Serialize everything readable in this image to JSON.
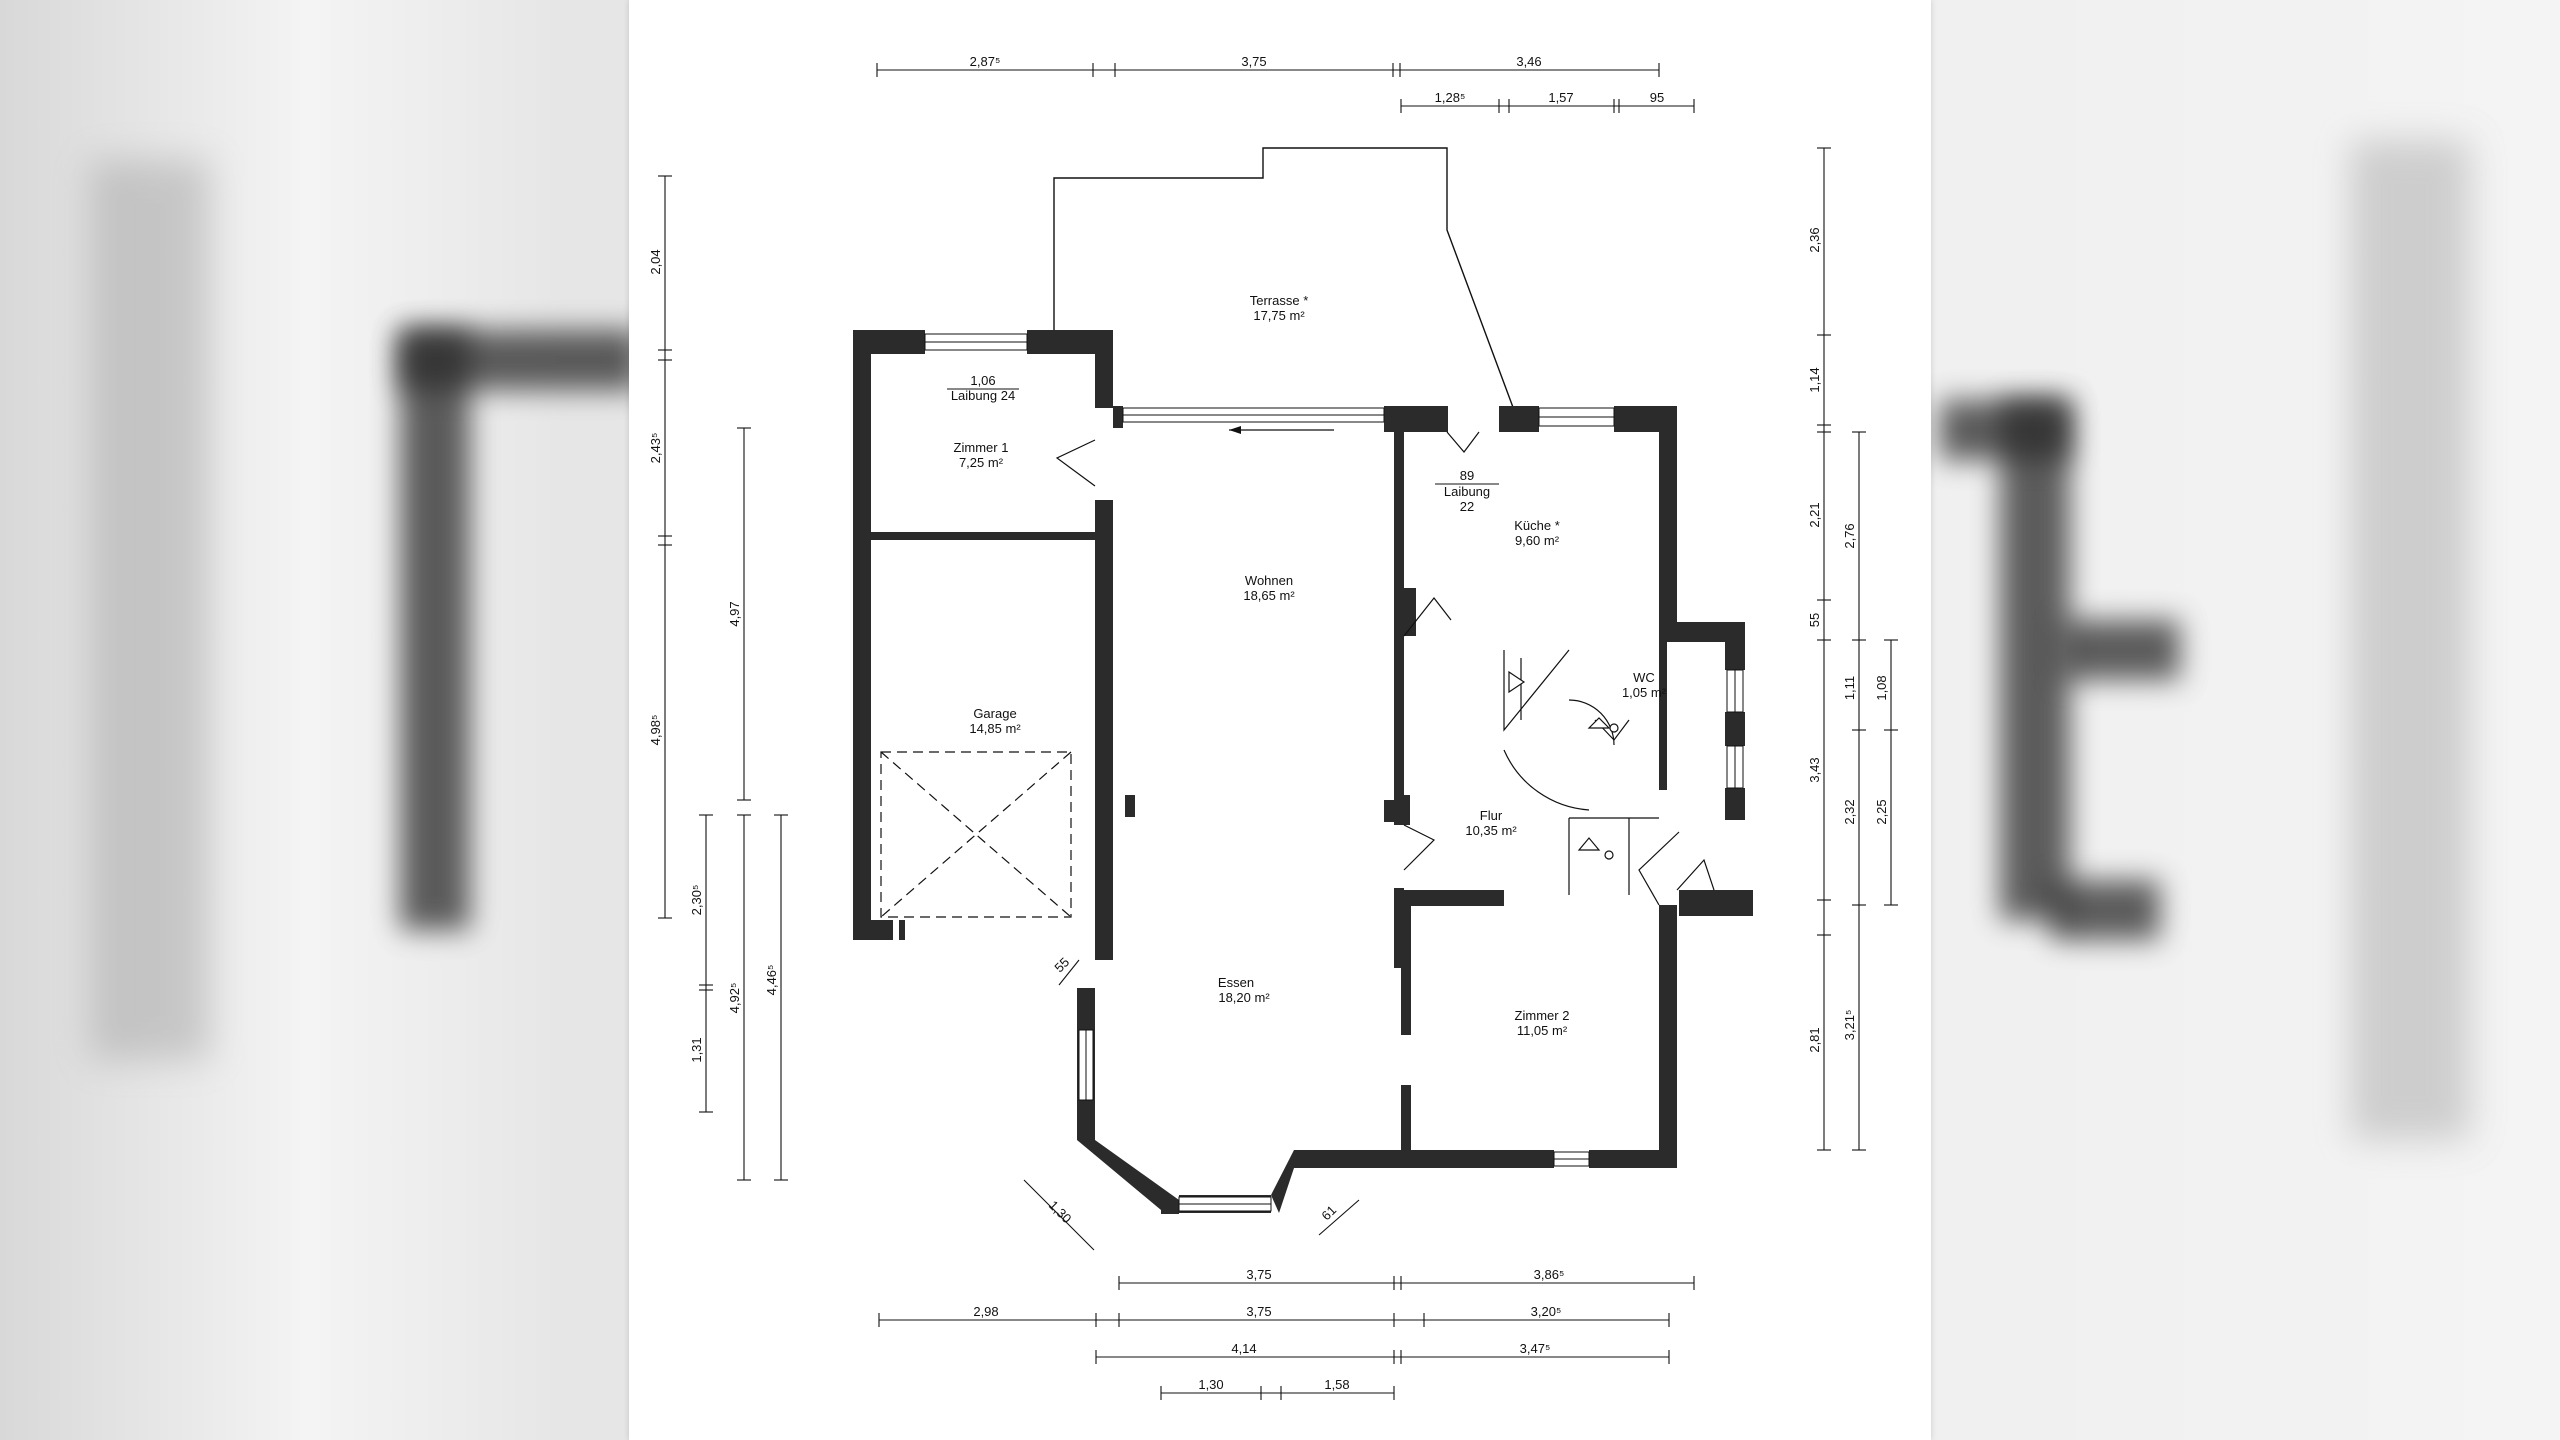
{
  "plan": {
    "rooms": [
      {
        "id": "terrasse",
        "name": "Terrasse *",
        "area": "17,75 m²"
      },
      {
        "id": "zimmer1",
        "name": "Zimmer 1",
        "area": "7,25 m²"
      },
      {
        "id": "wohnen",
        "name": "Wohnen",
        "area": "18,65 m²"
      },
      {
        "id": "kueche",
        "name": "Küche *",
        "area": "9,60 m²"
      },
      {
        "id": "wc",
        "name": "WC",
        "area": "1,05 m²"
      },
      {
        "id": "garage",
        "name": "Garage",
        "area": "14,85 m²"
      },
      {
        "id": "flur",
        "name": "Flur",
        "area": "10,35 m²"
      },
      {
        "id": "essen",
        "name": "Essen",
        "area": "18,20 m²"
      },
      {
        "id": "zimmer2",
        "name": "Zimmer 2",
        "area": "11,05 m²"
      }
    ],
    "reveals": {
      "zimmer1_width": "1,06",
      "zimmer1_text": "Laibung 24",
      "kueche_width": "89",
      "kueche_text": "Laibung",
      "kueche_depth": "22"
    },
    "dims_top": {
      "row1": [
        "2,87⁵",
        "3,75",
        "3,46"
      ],
      "row2": [
        "1,28⁵",
        "1,57",
        "95"
      ]
    },
    "dims_left": {
      "outer": [
        "2,04",
        "2,43⁵",
        "4,98⁵"
      ],
      "inner": [
        "4,97",
        "2,30⁵",
        "1,31"
      ],
      "extra": [
        "4,92⁵",
        "4,46⁵"
      ]
    },
    "dims_right": {
      "outer": [
        "2,36",
        "1,14",
        "2,21",
        "55",
        "3,43",
        "2,81"
      ],
      "mid": [
        "2,76",
        "1,11",
        "2,32",
        "3,21⁵"
      ],
      "inner": [
        "1,08",
        "2,25"
      ]
    },
    "dims_bottom": {
      "row1": [
        "3,75",
        "3,86⁵"
      ],
      "row2": [
        "2,98",
        "3,75",
        "3,20⁵"
      ],
      "row3": [
        "4,14",
        "3,47⁵"
      ],
      "row4": [
        "1,30",
        "1,58"
      ]
    },
    "dims_bay": {
      "diag_left": "1,30",
      "diag_right": "61",
      "small": "55"
    }
  }
}
